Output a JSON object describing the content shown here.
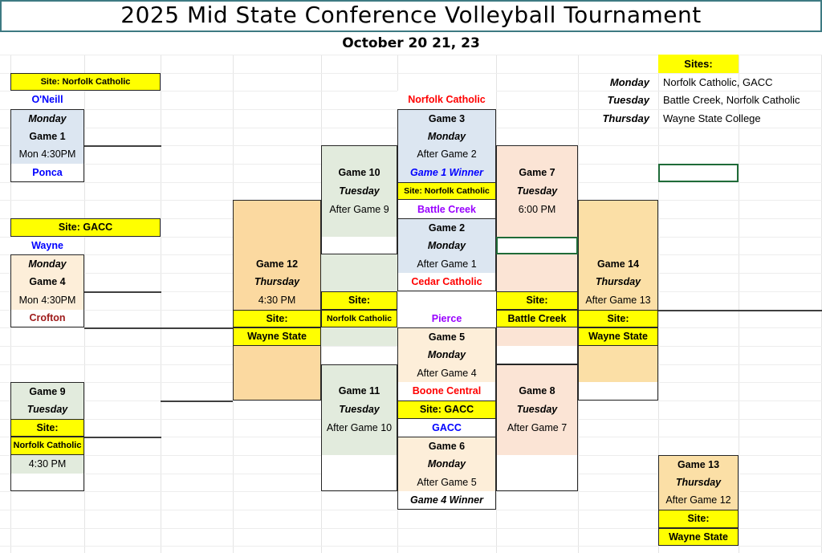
{
  "header": {
    "title": "2025 Mid State Conference Volleyball Tournament",
    "subtitle": "October 20 21, 23"
  },
  "colors": {
    "title_border": "#3d7a82",
    "site_highlight": "#ffff00",
    "round1_blue": "#dce6f1",
    "round1_cream": "#fdeed9",
    "round2_green": "#e2ebdd",
    "round2_peach": "#fbe4d5",
    "final_orange": "#fbd9a0",
    "team_blue": "#0000ff",
    "team_red": "#ff0000",
    "team_dark_red": "#9e1a1a",
    "team_purple": "#9900ff",
    "input_box_border": "#1f6b38"
  },
  "sites_legend": {
    "heading": "Sites:",
    "rows": [
      {
        "day": "Monday",
        "sites": "Norfolk Catholic, GACC"
      },
      {
        "day": "Tuesday",
        "sites": "Battle Creek, Norfolk Catholic"
      },
      {
        "day": "Thursday",
        "sites": "Wayne State College"
      }
    ]
  },
  "bracket": {
    "game1": {
      "site_banner": "Site: Norfolk Catholic",
      "top_team": "O'Neill",
      "day": "Monday",
      "name": "Game 1",
      "time": "Mon 4:30PM",
      "bottom_team": "Ponca"
    },
    "game4": {
      "site_banner": "Site:  GACC",
      "top_team": "Wayne",
      "day": "Monday",
      "name": "Game 4",
      "time": "Mon 4:30PM",
      "bottom_team": "Crofton"
    },
    "game9": {
      "name": "Game 9",
      "day": "Tuesday",
      "site_label": "Site:",
      "site_value": "Norfolk Catholic",
      "time": "4:30 PM"
    },
    "game2": {
      "top_team": "Battle Creek",
      "name": "Game 2",
      "day": "Monday",
      "after": "After Game 1",
      "bottom_team": "Cedar Catholic"
    },
    "game3": {
      "top_team": "Norfolk Catholic",
      "name": "Game 3",
      "day": "Monday",
      "after": "After Game 2",
      "winner_from": "Game 1 Winner",
      "site_banner": "Site: Norfolk Catholic"
    },
    "game5": {
      "top_team": "Pierce",
      "name": "Game 5",
      "day": "Monday",
      "after": "After Game 4",
      "bottom_team": "Boone Central",
      "site_banner": "Site:  GACC"
    },
    "game6": {
      "top_team": "GACC",
      "name": "Game 6",
      "day": "Monday",
      "after": "After Game 5",
      "winner_from": "Game 4 Winner"
    },
    "game7": {
      "name": "Game 7",
      "day": "Tuesday",
      "time": "6:00 PM",
      "site_label": "Site:",
      "site_value": "Battle Creek",
      "entry_value": ""
    },
    "game8": {
      "name": "Game 8",
      "day": "Tuesday",
      "after": "After Game 7"
    },
    "game10": {
      "name": "Game 10",
      "day": "Tuesday",
      "after": "After Game 9",
      "site_label": "Site:",
      "site_value": "Norfolk Catholic"
    },
    "game11": {
      "name": "Game 11",
      "day": "Tuesday",
      "after": "After Game 10"
    },
    "game12": {
      "name": "Game 12",
      "day": "Thursday",
      "time": "4:30 PM",
      "site_label": "Site:",
      "site_value": "Wayne State"
    },
    "game13": {
      "name": "Game 13",
      "day": "Thursday",
      "after": "After Game 12",
      "site_label": "Site:",
      "site_value": "Wayne State"
    },
    "game14": {
      "name": "Game 14",
      "day": "Thursday",
      "after": "After Game 13",
      "site_label": "Site:",
      "site_value": "Wayne State"
    },
    "champion_entry": {
      "value": ""
    }
  }
}
